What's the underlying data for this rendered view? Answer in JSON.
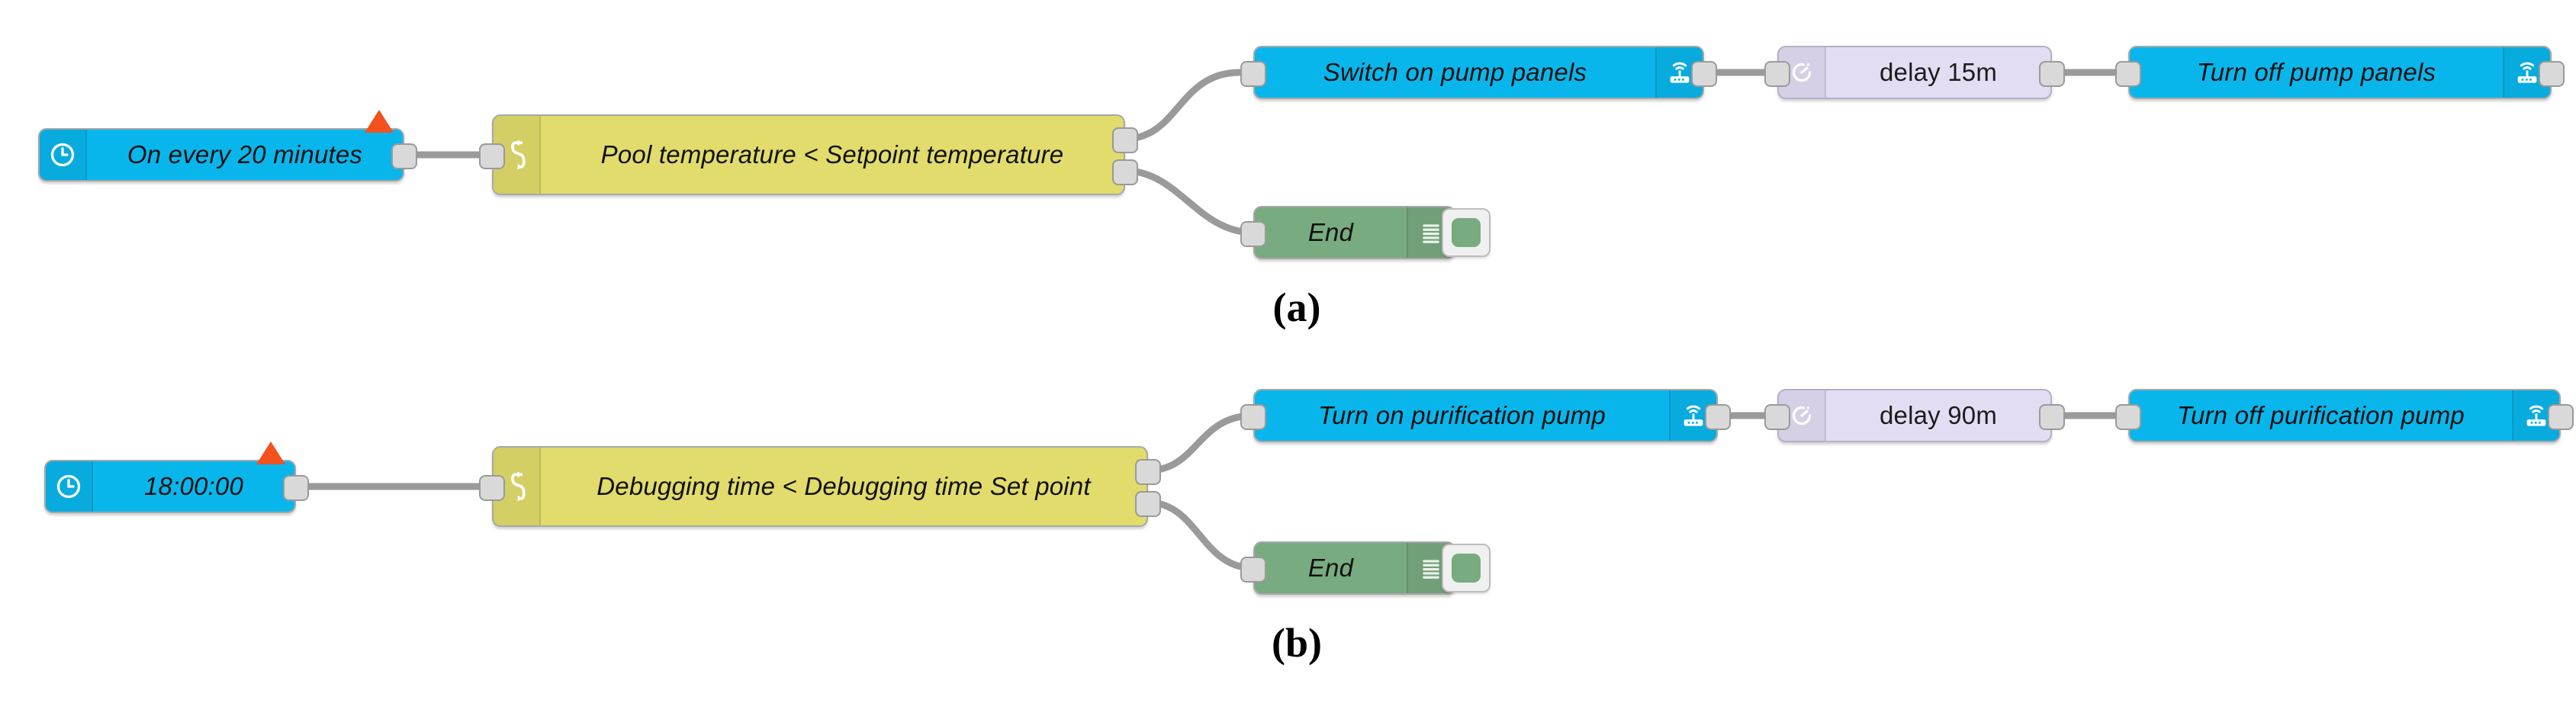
{
  "figure": {
    "kind": "node-red-flow-diagram",
    "subfigures": [
      {
        "caption": "(a)"
      },
      {
        "caption": "(b)"
      }
    ]
  },
  "colors": {
    "inject": "#09b6ec",
    "device": "#09b6ec",
    "switch": "#e1dc6b",
    "delay": "#e3ddf4",
    "debug": "#79ab80",
    "wire": "#9a9a9a",
    "port": "#d9d9d9",
    "inject_button": "#f4511e"
  },
  "flow_a": {
    "caption": "(a)",
    "nodes": [
      {
        "id": "a-inject",
        "type": "inject",
        "label": "On every 20 minutes",
        "icon": "clock-icon",
        "icon_side": "left",
        "has_inject_button": true,
        "ports": {
          "in": 0,
          "out": 1
        }
      },
      {
        "id": "a-switch",
        "type": "switch",
        "label": "Pool temperature < Setpoint temperature",
        "icon": "switch-branch-icon",
        "icon_side": "left",
        "ports": {
          "in": 1,
          "out": 2
        }
      },
      {
        "id": "a-device-on",
        "type": "device",
        "label": "Switch on pump panels",
        "icon": "router-wifi-icon",
        "icon_side": "right",
        "ports": {
          "in": 1,
          "out": 1
        }
      },
      {
        "id": "a-delay",
        "type": "delay",
        "label": "delay 15m",
        "icon": "stopwatch-icon",
        "icon_side": "left",
        "ports": {
          "in": 1,
          "out": 1
        }
      },
      {
        "id": "a-device-off",
        "type": "device",
        "label": "Turn off pump panels",
        "icon": "router-wifi-icon",
        "icon_side": "right",
        "ports": {
          "in": 1,
          "out": 1
        }
      },
      {
        "id": "a-debug",
        "type": "debug",
        "label": "End",
        "icon": "debug-list-icon",
        "icon_side": "right",
        "has_toggle": true,
        "ports": {
          "in": 1,
          "out": 0
        }
      }
    ]
  },
  "flow_b": {
    "caption": "(b)",
    "nodes": [
      {
        "id": "b-inject",
        "type": "inject",
        "label": "18:00:00",
        "icon": "clock-icon",
        "icon_side": "left",
        "has_inject_button": true,
        "ports": {
          "in": 0,
          "out": 1
        }
      },
      {
        "id": "b-switch",
        "type": "switch",
        "label": "Debugging time < Debugging time Set point",
        "icon": "switch-branch-icon",
        "icon_side": "left",
        "ports": {
          "in": 1,
          "out": 2
        }
      },
      {
        "id": "b-device-on",
        "type": "device",
        "label": "Turn on purification pump",
        "icon": "router-wifi-icon",
        "icon_side": "right",
        "ports": {
          "in": 1,
          "out": 1
        }
      },
      {
        "id": "b-delay",
        "type": "delay",
        "label": "delay 90m",
        "icon": "stopwatch-icon",
        "icon_side": "left",
        "ports": {
          "in": 1,
          "out": 1
        }
      },
      {
        "id": "b-device-off",
        "type": "device",
        "label": "Turn off purification pump",
        "icon": "router-wifi-icon",
        "icon_side": "right",
        "ports": {
          "in": 1,
          "out": 1
        }
      },
      {
        "id": "b-debug",
        "type": "debug",
        "label": "End",
        "icon": "debug-list-icon",
        "icon_side": "right",
        "has_toggle": true,
        "ports": {
          "in": 1,
          "out": 0
        }
      }
    ]
  }
}
